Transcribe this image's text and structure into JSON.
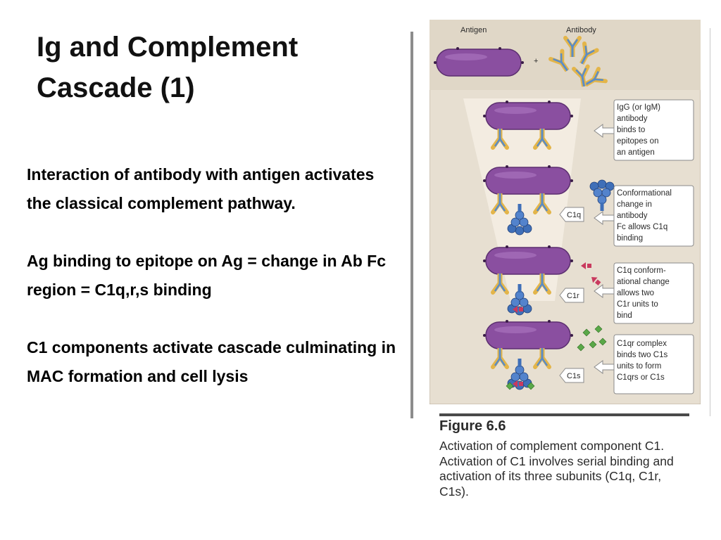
{
  "slide": {
    "title_line1": "Ig and Complement",
    "title_line2": "Cascade (1)",
    "paragraphs": [
      "Interaction of antibody with antigen activates the classical complement pathway.",
      "Ag binding to epitope on Ag = change in Ab Fc region = C1q,r,s binding",
      "C1 components activate cascade culminating in MAC formation and cell lysis"
    ]
  },
  "figure": {
    "label_antigen": "Antigen",
    "label_antibody": "Antibody",
    "plus": "+",
    "steps": [
      {
        "tag": "",
        "caption_lines": [
          "IgG (or IgM)",
          "antibody",
          "binds to",
          "epitopes on",
          "an antigen"
        ]
      },
      {
        "tag": "C1q",
        "caption_lines": [
          "Conformational",
          "change in",
          "antibody",
          "Fc allows C1q",
          "binding"
        ]
      },
      {
        "tag": "C1r",
        "caption_lines": [
          "C1q conform-",
          "ational change",
          "allows two",
          "C1r units to",
          "bind"
        ]
      },
      {
        "tag": "C1s",
        "caption_lines": [
          "C1qr complex",
          "binds two C1s",
          "units to form",
          "C1qrs or C1s"
        ]
      }
    ],
    "figure_title": "Figure 6.6",
    "figure_caption": "Activation of complement component C1. Activation of C1 involves serial binding and activation of its three subunits (C1q, C1r, C1s).",
    "colors": {
      "panel_bg": "#e7dfd1",
      "antigen": "#8a4fa0",
      "antibody_gold": "#e3b54a",
      "antibody_blue": "#5b8cc6",
      "c1q_blue": "#3f6fb8",
      "c1r_red": "#c93a5e",
      "c1s_green": "#5aa848"
    }
  }
}
